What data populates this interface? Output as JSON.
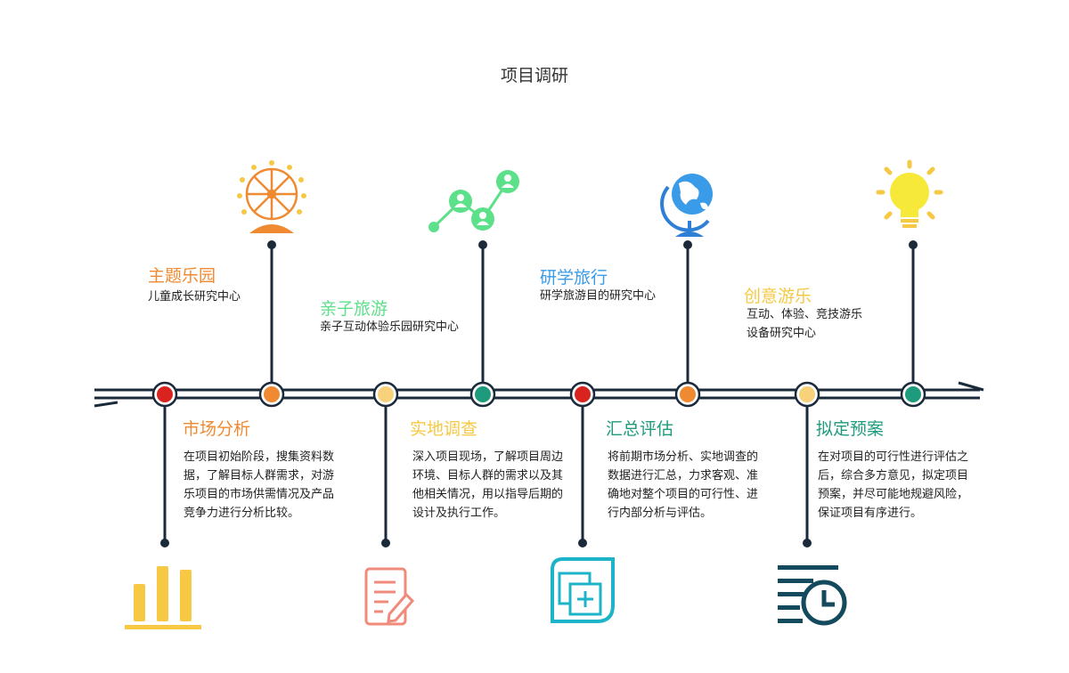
{
  "title": "项目调研",
  "colors": {
    "red": "#d9231f",
    "orange": "#f08a32",
    "yellow": "#f7d27b",
    "green": "#1e9b7c",
    "dark": "#1b2a3a"
  },
  "top_stages": [
    {
      "heading": "主题乐园",
      "desc": "儿童成长研究中心",
      "color": "#f08a32",
      "icon": "ferris-wheel-icon"
    },
    {
      "heading": "亲子旅游",
      "desc": "亲子互动体验乐园研究中心",
      "color": "#5de08a",
      "icon": "people-network-icon"
    },
    {
      "heading": "研学旅行",
      "desc": "研学旅游目的研究中心",
      "color": "#3a9be8",
      "icon": "globe-icon"
    },
    {
      "heading": "创意游乐",
      "desc_lines": [
        "互动、体验、竞技游乐",
        "设备研究中心"
      ],
      "color": "#f6c843",
      "icon": "lightbulb-icon"
    }
  ],
  "bottom_stages": [
    {
      "heading": "市场分析",
      "desc_lines": [
        "在项目初始阶段，搜集资料数",
        "据，了解目标人群需求，对游",
        "乐项目的市场供需情况及产品",
        "竞争力进行分析比较。"
      ],
      "color": "#f08a32",
      "icon": "bar-chart-icon"
    },
    {
      "heading": "实地调查",
      "desc_lines": [
        "深入项目现场，了解项目周边",
        "环境、目标人群的需求以及其",
        "他相关情况，用以指导后期的",
        "设计及执行工作。"
      ],
      "color": "#f6c843",
      "icon": "document-edit-icon"
    },
    {
      "heading": "汇总评估",
      "desc_lines": [
        "将前期市场分析、实地调查的",
        "数据进行汇总，力求客观、准",
        "确地对整个项目的可行性、进",
        "行内部分析与评估。"
      ],
      "color": "#1e9b7c",
      "icon": "copy-plus-icon"
    },
    {
      "heading": "拟定预案",
      "desc_lines": [
        "在对项目的可行性进行评估之",
        "后，综合多方意见，拟定项目",
        "预案，并尽可能地规避风险，",
        "保证项目有序进行。"
      ],
      "color": "#1e9b7c",
      "icon": "list-clock-icon"
    }
  ]
}
